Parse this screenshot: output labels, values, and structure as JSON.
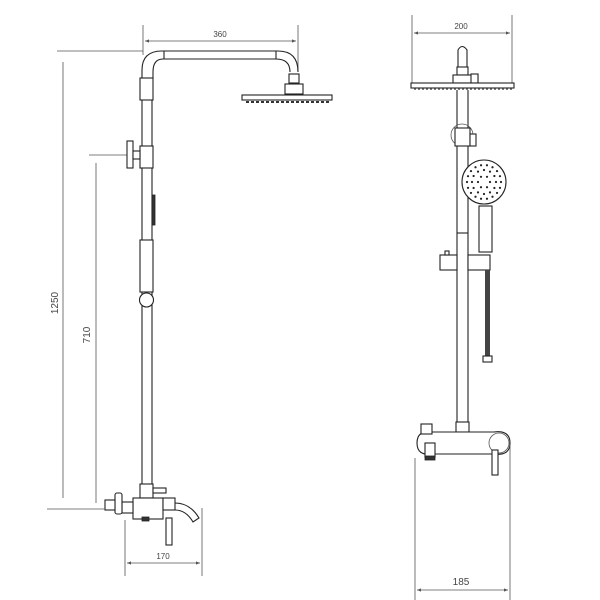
{
  "drawing": {
    "side_view": {
      "dimensions": {
        "arm_length": "360",
        "total_height": "1250",
        "bracket_height": "710",
        "mixer_depth": "170"
      }
    },
    "front_view": {
      "dimensions": {
        "head_diameter": "200",
        "mixer_width": "185"
      }
    }
  }
}
